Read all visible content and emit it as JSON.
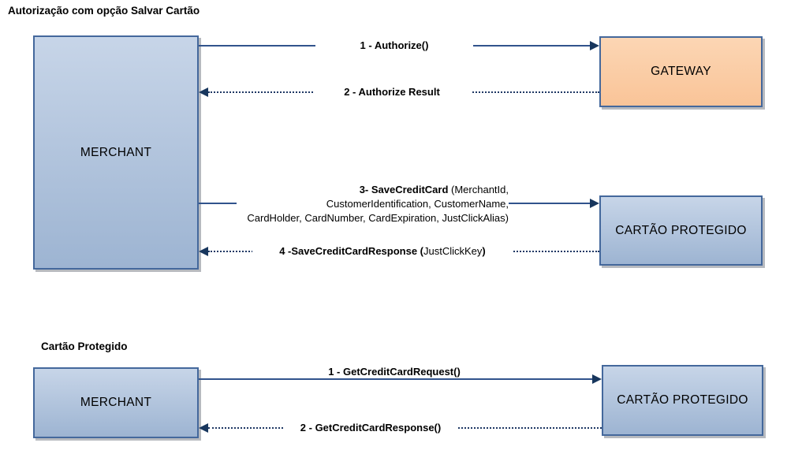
{
  "colors": {
    "line_solid": "#31538C",
    "line_dashed": "#1F3864",
    "arrowhead": "#17365D",
    "box_border": "#44689C",
    "box_blue_top": "#C7D5E8",
    "box_blue_bottom": "#9DB4D2",
    "box_orange_top": "#FCD6B4",
    "box_orange_bottom": "#F9C498"
  },
  "diagram1": {
    "title": "Autorização com opção Salvar Cartão",
    "actors": {
      "merchant": "MERCHANT",
      "gateway": "GATEWAY",
      "cartao_protegido": "CARTÃO PROTEGIDO"
    },
    "messages": {
      "m1": "1 - Authorize()",
      "m2": "2 - Authorize Result",
      "m3_bold": "3- SaveCreditCard",
      "m3_line1_rest": " (MerchantId,",
      "m3_line2": "CustomerIdentification, CustomerName,",
      "m3_line3": "CardHolder, CardNumber, CardExpiration, JustClickAlias)",
      "m4_bold_open": "4 -SaveCreditCardResponse (",
      "m4_param": "JustClickKey",
      "m4_bold_close": ")"
    }
  },
  "diagram2": {
    "title": "Cartão Protegido",
    "actors": {
      "merchant": "MERCHANT",
      "cartao_protegido": "CARTÃO PROTEGIDO"
    },
    "messages": {
      "m1": "1 - GetCreditCardRequest()",
      "m2": "2 - GetCreditCardResponse()"
    }
  }
}
